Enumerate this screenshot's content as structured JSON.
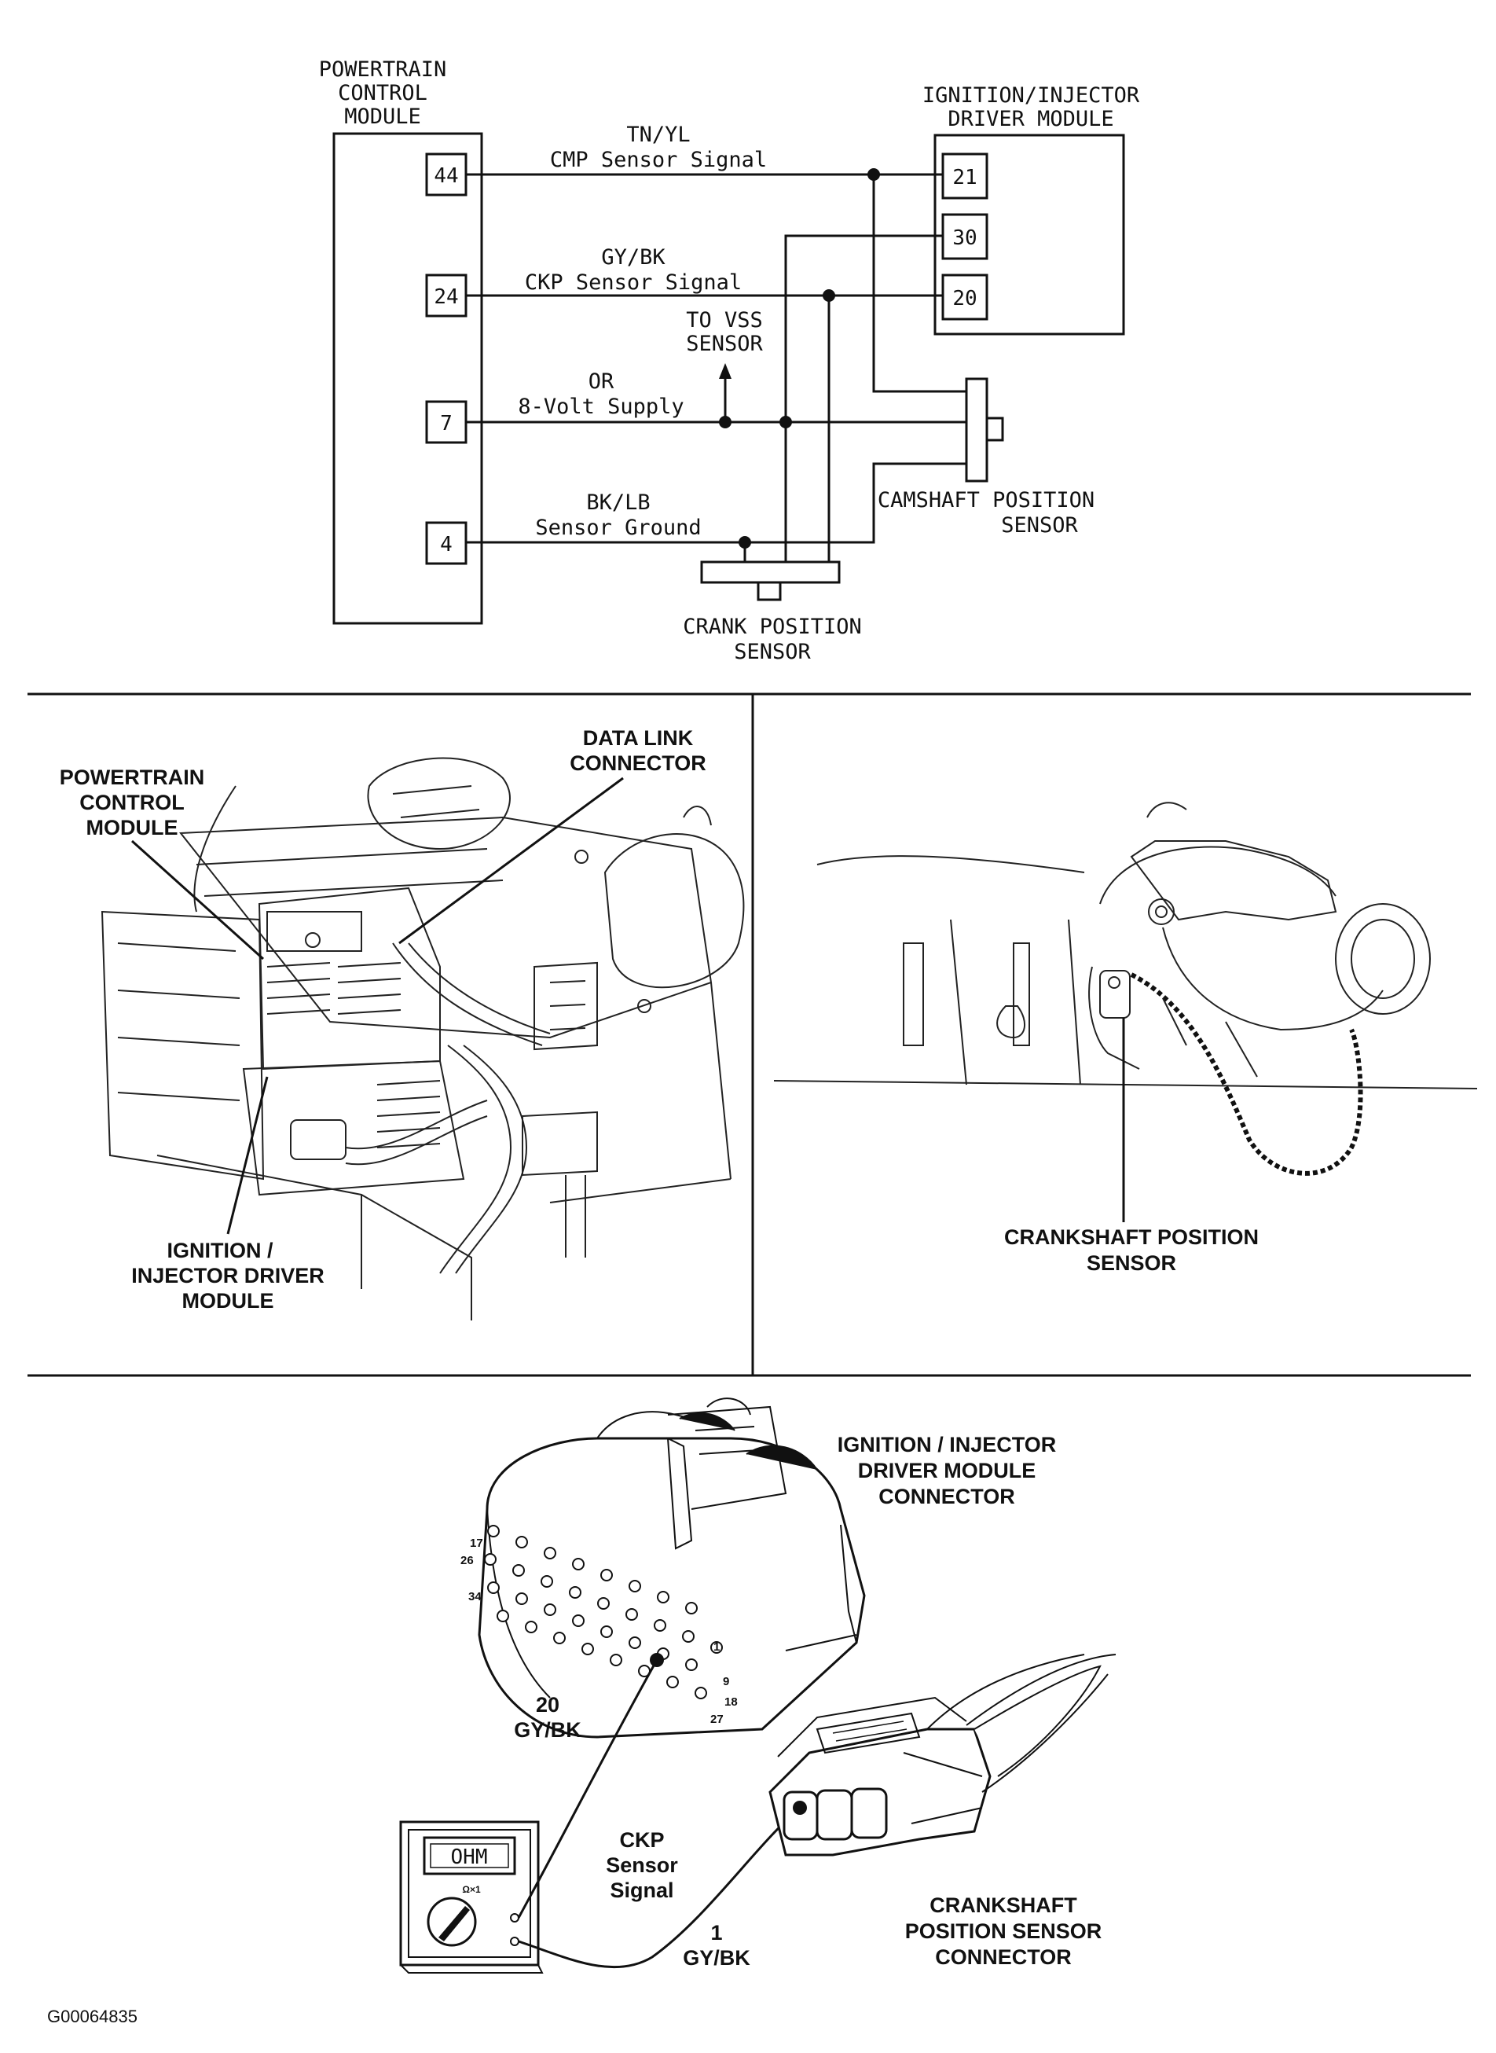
{
  "wiring": {
    "pcm_title": [
      "POWERTRAIN",
      "CONTROL",
      "MODULE"
    ],
    "idm_title": [
      "IGNITION/INJECTOR",
      "DRIVER MODULE"
    ],
    "pcm_pins": [
      "44",
      "24",
      "7",
      "4"
    ],
    "idm_pins": [
      "21",
      "30",
      "20"
    ],
    "wires": [
      {
        "color": "TN/YL",
        "name": "CMP Sensor Signal"
      },
      {
        "color": "GY/BK",
        "name": "CKP Sensor Signal"
      },
      {
        "color": "OR",
        "name": "8-Volt Supply"
      },
      {
        "color": "BK/LB",
        "name": "Sensor Ground"
      }
    ],
    "vss_label": [
      "TO VSS",
      "SENSOR"
    ],
    "cmp_sensor_label": [
      "CAMSHAFT POSITION",
      "SENSOR"
    ],
    "ckp_sensor_label": [
      "CRANK POSITION",
      "SENSOR"
    ]
  },
  "locator_left": {
    "pcm_label": [
      "POWERTRAIN",
      "CONTROL",
      "MODULE"
    ],
    "dlc_label": [
      "DATA LINK",
      "CONNECTOR"
    ],
    "idm_label": [
      "IGNITION /",
      "INJECTOR DRIVER",
      "MODULE"
    ]
  },
  "locator_right": {
    "ckp_label": [
      "CRANKSHAFT POSITION",
      "SENSOR"
    ]
  },
  "connector_test": {
    "idm_connector_label": [
      "IGNITION / INJECTOR",
      "DRIVER MODULE",
      "CONNECTOR"
    ],
    "pin_numbers": [
      "17",
      "26",
      "34",
      "1",
      "9",
      "18",
      "27"
    ],
    "pin20_label": [
      "20",
      "GY/BK"
    ],
    "ohmmeter_display": "OHM",
    "ohmmeter_range": "Ω×1",
    "signal_label": [
      "CKP",
      "Sensor",
      "Signal"
    ],
    "pin1_label": [
      "1",
      "GY/BK"
    ],
    "ckp_connector_label": [
      "CRANKSHAFT",
      "POSITION SENSOR",
      "CONNECTOR"
    ]
  },
  "figure_id": "G00064835"
}
